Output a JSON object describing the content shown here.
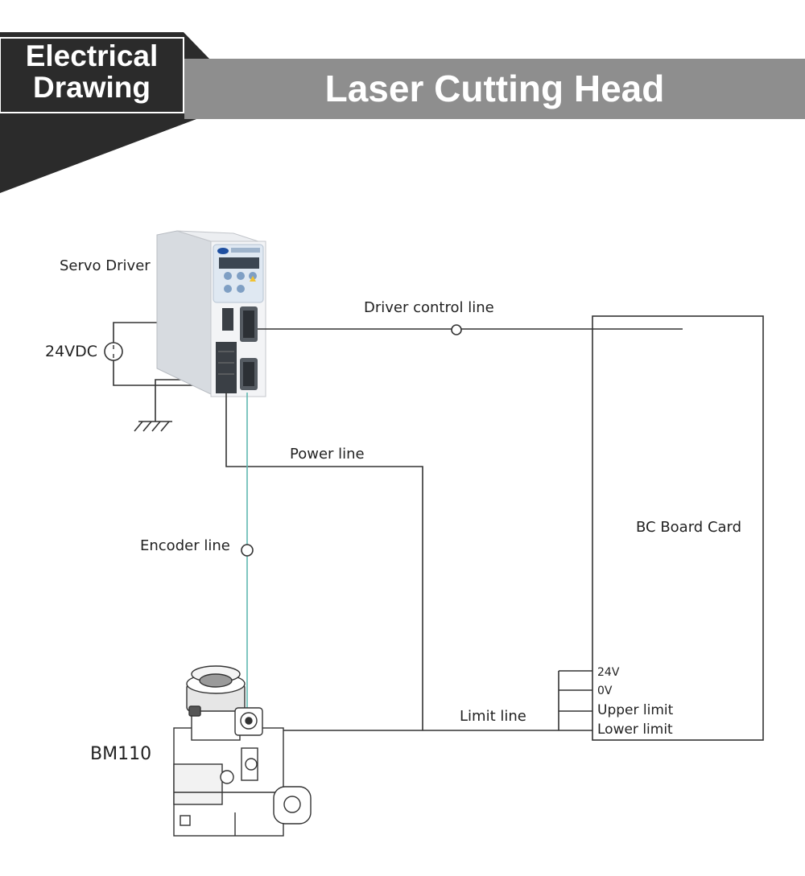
{
  "header": {
    "badge_line1": "Electrical",
    "badge_line2": "Drawing",
    "title": "Laser Cutting Head"
  },
  "diagram": {
    "servo_driver_label": "Servo Driver",
    "power_supply_label": "24VDC",
    "driver_control_line_label": "Driver control line",
    "power_line_label": "Power line",
    "encoder_line_label": "Encoder line",
    "board_card_label": "BC Board Card",
    "limit_line_label": "Limit line",
    "pins": [
      "24V",
      "0V",
      "Upper limit",
      "Lower limit"
    ],
    "cutting_head_label": "BM110"
  },
  "colors": {
    "banner_dark": "#2b2b2b",
    "banner_gray": "#8e8e8e",
    "wire": "#333333",
    "encoder_wire": "#5fb7b0"
  }
}
